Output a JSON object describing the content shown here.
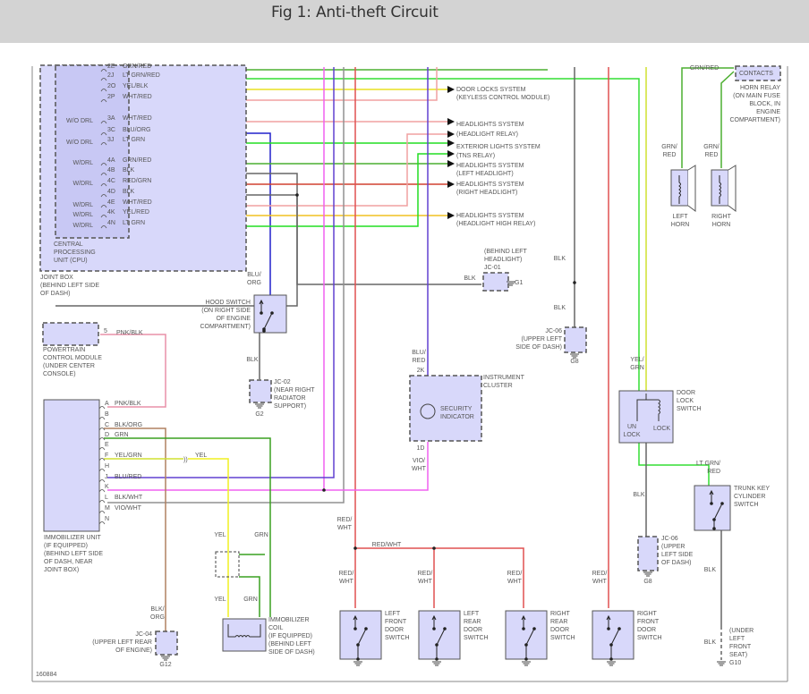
{
  "header": {
    "title": "Fig 1: Anti-theft Circuit"
  },
  "figure_id": "160884",
  "wire_colors": {
    "GRN/RED": "#4caf30",
    "LT GRN/RED": "#33dd33",
    "YEL/BLK": "#e8e020",
    "WHT/RED": "#f0a0a0",
    "BLU/ORG": "#2020cc",
    "LT GRN": "#22dd22",
    "BLK": "#666666",
    "RED/GRN": "#d04030",
    "YEL/RED": "#f0c020",
    "PNK/BLK": "#e890a8",
    "BLK/ORG": "#b08060",
    "GRN": "#3aa020",
    "YEL/GRN": "#d0e030",
    "YEL": "#f0f020",
    "BLU/RED": "#6040d0",
    "BLK/WHT": "#909090",
    "VIO/WHT": "#f060f0",
    "RED/WHT": "#e05050"
  },
  "joint_box": {
    "label_lines": [
      "JOINT BOX",
      "(BEHIND LEFT SIDE",
      "OF DASH)"
    ],
    "cpu_label_lines": [
      "CENTRAL",
      "PROCESSING",
      "UNIT (CPU)"
    ],
    "pins": [
      {
        "pin": "2E",
        "wire": "GRN/RED",
        "note": ""
      },
      {
        "pin": "2J",
        "wire": "LT GRN/RED",
        "note": ""
      },
      {
        "pin": "2O",
        "wire": "YEL/BLK",
        "note": ""
      },
      {
        "pin": "2P",
        "wire": "WHT/RED",
        "note": ""
      },
      {
        "pin": "3A",
        "wire": "WHT/RED",
        "note": "W/O DRL"
      },
      {
        "pin": "3C",
        "wire": "BLU/ORG",
        "note": ""
      },
      {
        "pin": "3J",
        "wire": "LT GRN",
        "note": "W/O DRL"
      },
      {
        "pin": "4A",
        "wire": "GRN/RED",
        "note": "W/DRL"
      },
      {
        "pin": "4B",
        "wire": "BLK",
        "note": ""
      },
      {
        "pin": "4C",
        "wire": "RED/GRN",
        "note": "W/DRL"
      },
      {
        "pin": "4D",
        "wire": "BLK",
        "note": ""
      },
      {
        "pin": "4E",
        "wire": "WHT/RED",
        "note": "W/DRL"
      },
      {
        "pin": "4K",
        "wire": "YEL/RED",
        "note": "W/DRL"
      },
      {
        "pin": "4N",
        "wire": "LT GRN",
        "note": "W/DRL"
      }
    ]
  },
  "systems": [
    {
      "line1": "DOOR LOCKS SYSTEM",
      "line2": "(KEYLESS CONTROL MODULE)"
    },
    {
      "line1": "HEADLIGHTS SYSTEM",
      "line2": "(HEADLIGHT RELAY)"
    },
    {
      "line1": "EXTERIOR LIGHTS SYSTEM",
      "line2": "(TNS RELAY)"
    },
    {
      "line1": "HEADLIGHTS SYSTEM",
      "line2": "(LEFT HEADLIGHT)"
    },
    {
      "line1": "HEADLIGHTS SYSTEM",
      "line2": "(RIGHT HEADLIGHT)"
    },
    {
      "line1": "HEADLIGHTS SYSTEM",
      "line2": "(HEADLIGHT HIGH RELAY)"
    }
  ],
  "horn": {
    "top_wire": "GRN/RED",
    "contacts": "CONTACTS",
    "relay_lines": [
      "HORN RELAY",
      "(ON MAIN FUSE",
      "BLOCK, IN",
      "ENGINE",
      "COMPARTMENT)"
    ],
    "left_wire": [
      "GRN/",
      "RED"
    ],
    "right_wire": [
      "GRN/",
      "RED"
    ],
    "left_label": [
      "LEFT",
      "HORN"
    ],
    "right_label": [
      "RIGHT",
      "HORN"
    ]
  },
  "hood_switch": {
    "wire_top": [
      "BLU/",
      "ORG"
    ],
    "label_lines": [
      "HOOD SWITCH",
      "(ON RIGHT SIDE",
      "OF ENGINE",
      "COMPARTMENT)"
    ],
    "wire_bottom": "BLK",
    "jc": [
      "JC-02",
      "(NEAR RIGHT",
      "RADIATOR",
      "SUPPORT)"
    ],
    "ground": "G2"
  },
  "jc01": {
    "lines": [
      "(BEHIND LEFT",
      "HEADLIGHT)",
      "JC-01"
    ],
    "wire": "BLK",
    "ground": "G1"
  },
  "jc06_top": {
    "wire_a": "BLK",
    "wire_b": "BLK",
    "lines": [
      "JC-06",
      "(UPPER LEFT",
      "SIDE OF DASH)"
    ],
    "ground": "G8"
  },
  "pcm": {
    "pin": "5",
    "wire": "PNK/BLK",
    "lines": [
      "POWERTRAIN",
      "CONTROL MODULE",
      "(UNDER CENTER",
      "CONSOLE)"
    ]
  },
  "immobilizer": {
    "lines": [
      "IMMOBILIZER UNIT",
      "(IF EQUIPPED)",
      "(BEHIND LEFT SIDE",
      "OF DASH, NEAR",
      "JOINT BOX)"
    ],
    "pins": [
      {
        "pin": "A",
        "wire": "PNK/BLK"
      },
      {
        "pin": "B",
        "wire": ""
      },
      {
        "pin": "C",
        "wire": "BLK/ORG"
      },
      {
        "pin": "D",
        "wire": "GRN"
      },
      {
        "pin": "E",
        "wire": ""
      },
      {
        "pin": "F",
        "wire": "YEL/GRN"
      },
      {
        "pin": "H",
        "wire": ""
      },
      {
        "pin": "J",
        "wire": "BLU/RED"
      },
      {
        "pin": "K",
        "wire": ""
      },
      {
        "pin": "L",
        "wire": "BLK/WHT"
      },
      {
        "pin": "M",
        "wire": "VIO/WHT"
      },
      {
        "pin": "N",
        "wire": ""
      }
    ],
    "yel_label": "YEL"
  },
  "jc04": {
    "wire": [
      "BLK/",
      "ORG"
    ],
    "lines": [
      "JC-04",
      "(UPPER LEFT REAR",
      "OF ENGINE)"
    ],
    "ground": "G12"
  },
  "coil": {
    "wire_a": "YEL",
    "wire_b": "GRN",
    "wire_a2": "YEL",
    "wire_b2": "GRN",
    "lines": [
      "IMMOBILIZER",
      "COIL",
      "(IF EQUIPPED)",
      "(BEHIND LEFT",
      "SIDE OF DASH)"
    ]
  },
  "cluster": {
    "wire_top": [
      "BLU/",
      "RED"
    ],
    "pin_top": "2K",
    "lines": [
      "INSTRUMENT",
      "CLUSTER"
    ],
    "indicator": [
      "SECURITY",
      "INDICATOR"
    ],
    "pin_bottom": "1D",
    "wire_bottom": [
      "VIO/",
      "WHT"
    ]
  },
  "door_switches": {
    "wire_main": [
      "RED/",
      "WHT"
    ],
    "wire_bus": "RED/WHT",
    "switches": [
      {
        "wire": [
          "RED/",
          "WHT"
        ],
        "lines": [
          "LEFT",
          "FRONT",
          "DOOR",
          "SWITCH"
        ]
      },
      {
        "wire": [
          "RED/",
          "WHT"
        ],
        "lines": [
          "LEFT",
          "REAR",
          "DOOR",
          "SWITCH"
        ]
      },
      {
        "wire": [
          "RED/",
          "WHT"
        ],
        "lines": [
          "RIGHT",
          "REAR",
          "DOOR",
          "SWITCH"
        ]
      },
      {
        "wire": [
          "RED/",
          "WHT"
        ],
        "lines": [
          "RIGHT",
          "FRONT",
          "DOOR",
          "SWITCH"
        ]
      }
    ]
  },
  "door_lock": {
    "wire_top": [
      "YEL/",
      "GRN"
    ],
    "lines": [
      "DOOR",
      "LOCK",
      "SWITCH"
    ],
    "unlock": [
      "UN",
      "LOCK"
    ],
    "lock": "LOCK",
    "wire_bottom": "BLK",
    "jc": [
      "JC-06",
      "(UPPER",
      "LEFT SIDE",
      "OF DASH)"
    ],
    "ground": "G8"
  },
  "trunk": {
    "wire_top": [
      "LT GRN/",
      "RED"
    ],
    "lines": [
      "TRUNK KEY",
      "CYLINDER",
      "SWITCH"
    ],
    "wire_bottom": "BLK",
    "wire_bottom2": "BLK",
    "loc": [
      "(UNDER",
      "LEFT",
      "FRONT",
      "SEAT)"
    ],
    "ground": "G10"
  }
}
